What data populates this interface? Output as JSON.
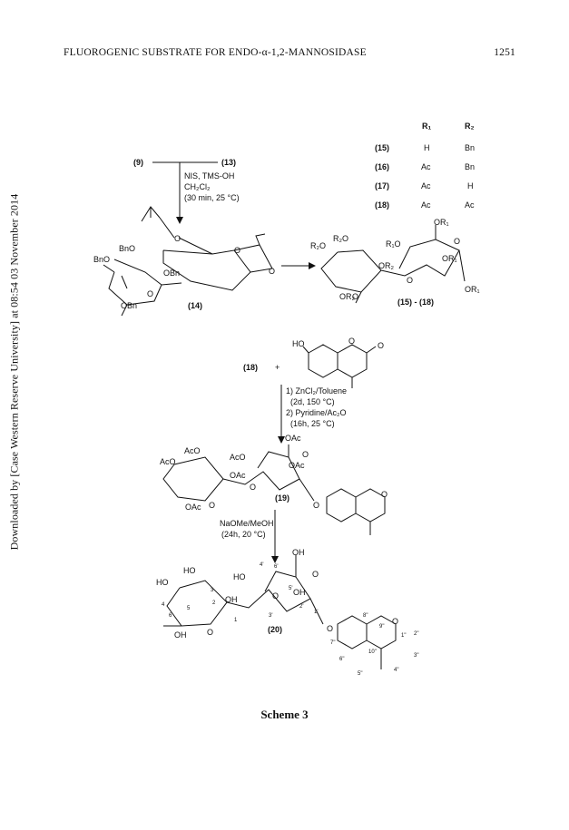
{
  "header": {
    "title": "FLUOROGENIC SUBSTRATE FOR ENDO-α-1,2-MANNOSIDASE",
    "page_number": "1251"
  },
  "sidebar": {
    "download_note": "Downloaded by [Case Western Reserve University] at 08:54 03 November 2014"
  },
  "scheme": {
    "caption": "Scheme 3",
    "step1": {
      "reactant_a": "(9)",
      "reactant_b": "(13)",
      "conditions": [
        "NIS, TMS-OH",
        "CH₂Cl₂",
        "(30 min, 25 °C)"
      ]
    },
    "table": {
      "headers": [
        "R₁",
        "R₂"
      ],
      "rows": [
        {
          "compound": "(15)",
          "r1": "H",
          "r2": "Bn"
        },
        {
          "compound": "(16)",
          "r1": "Ac",
          "r2": "Bn"
        },
        {
          "compound": "(17)",
          "r1": "Ac",
          "r2": "H"
        },
        {
          "compound": "(18)",
          "r1": "Ac",
          "r2": "Ac"
        }
      ]
    },
    "compound_14": {
      "label": "(14)",
      "groups": [
        "BnO",
        "BnO",
        "OBn",
        "OBn",
        "O",
        "O",
        "O",
        "O"
      ]
    },
    "compound_15_18": {
      "label": "(15) - (18)",
      "groups": [
        "R₂O",
        "R₂O",
        "R₁O",
        "OR₁",
        "OR₂",
        "OR₁",
        "OR₁",
        "OR₂",
        "O",
        "O",
        "O"
      ]
    },
    "step2": {
      "reactant": "(18)",
      "plus": "+",
      "coumarin_groups": [
        "HO",
        "O",
        "O"
      ],
      "conditions": [
        "1) ZnCl₂/Toluene",
        "(2d, 150 °C)",
        "2) Pyridine/Ac₂O",
        "(16h, 25 °C)"
      ]
    },
    "compound_19": {
      "label": "(19)",
      "groups": [
        "OAc",
        "AcO",
        "AcO",
        "AcO",
        "OAc",
        "OAc",
        "OAc",
        "O",
        "O",
        "O",
        "O",
        "O"
      ]
    },
    "step3": {
      "conditions": [
        "NaOMe/MeOH",
        "(24h, 20 °C)"
      ]
    },
    "compound_20": {
      "label": "(20)",
      "groups": [
        "OH",
        "HO",
        "HO",
        "HO",
        "OH",
        "OH",
        "OH",
        "O",
        "O",
        "O",
        "O",
        "O"
      ],
      "atom_numbers": [
        "3",
        "2",
        "4",
        "5",
        "6",
        "1",
        "4'",
        "6'",
        "5'",
        "3'",
        "2'",
        "1'",
        "7\"",
        "8\"",
        "9\"",
        "1\"",
        "2\"",
        "3\"",
        "4\"",
        "10\"",
        "6\"",
        "5\""
      ]
    }
  }
}
